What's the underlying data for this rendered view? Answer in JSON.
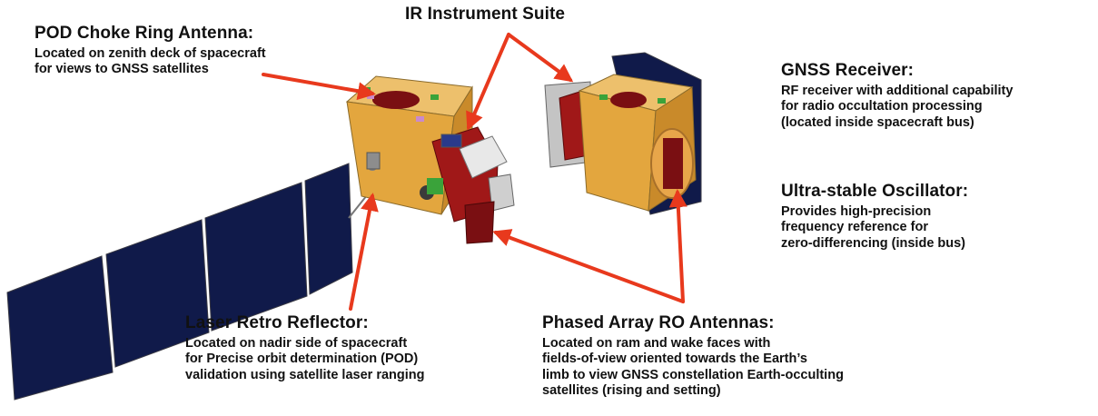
{
  "callouts": {
    "pod_choke": {
      "title": "POD Choke Ring Antenna:",
      "lines": [
        "Located on zenith deck of spacecraft",
        "for views to GNSS satellites"
      ]
    },
    "ir_suite": {
      "title": "IR Instrument Suite"
    },
    "gnss_receiver": {
      "title": "GNSS Receiver:",
      "lines": [
        "RF receiver with additional capability",
        "for radio occultation processing",
        "(located inside spacecraft bus)"
      ]
    },
    "oscillator": {
      "title": "Ultra-stable Oscillator:",
      "lines": [
        "Provides high-precision",
        "frequency reference for",
        "zero-differencing (inside bus)"
      ]
    },
    "laser_retro": {
      "title": "Laser Retro Reflector:",
      "lines": [
        "Located on nadir side of spacecraft",
        "for Precise orbit determination (POD)",
        "validation using satellite laser ranging"
      ]
    },
    "phased_array": {
      "title": "Phased Array RO Antennas:",
      "lines": [
        "Located on ram and wake faces with",
        "fields-of-view oriented towards the Earth’s",
        "limb to view GNSS constellation Earth-occulting",
        "satellites (rising and setting)"
      ]
    }
  },
  "colors": {
    "arrow": "#e8391d",
    "spacecraft_body": "#e3a63e",
    "solar_panel": "#101a4a",
    "antenna_disc": "#7a0f12",
    "instrument": "#a01818"
  }
}
